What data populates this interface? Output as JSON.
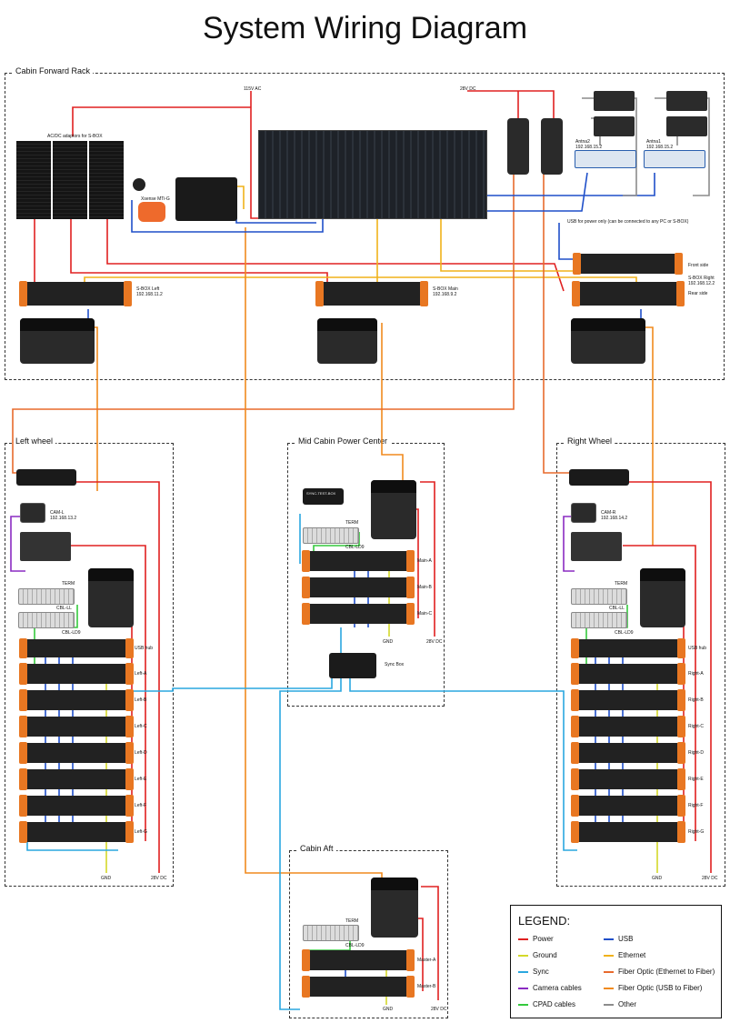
{
  "title": "System Wiring Diagram",
  "colors": {
    "power": "#e02020",
    "ground": "#d4d92a",
    "sync": "#2aa7df",
    "camera": "#8a2bc2",
    "cpad": "#35c93d",
    "usb": "#1f4fc9",
    "ethernet": "#f0b21a",
    "fiber_eth": "#e86a2c",
    "fiber_usb": "#f08a1e",
    "other": "#8c8c8c"
  },
  "groups": {
    "cabin_forward_rack": "Cabin Forward Rack",
    "left_wheel": "Left wheel",
    "mid_cabin": "Mid Cabin Power Center",
    "right_wheel": "Right Wheel",
    "cabin_aft": "Cabin Aft"
  },
  "labels": {
    "ac_115": "115V AC",
    "dc_28_top": "28V DC",
    "acdc_adapters": "AC/DC adaptors for S-BOX",
    "xsense": "Xsense MTi-G",
    "antenna2": [
      "Antna2",
      "192.168.15.2"
    ],
    "antenna1": [
      "Antna1",
      "192.168.15.2"
    ],
    "usb_power_note": "USB for power only (can be connected to any PC or S-BOX)",
    "front_side": "Front side",
    "rear_side": "Rear side",
    "sbox_left": [
      "S-BOX Left",
      "192.168.11.2"
    ],
    "sbox_main": [
      "S-BOX Main",
      "192.168.9.2"
    ],
    "sbox_right": [
      "S-BOX Right",
      "192.168.12.2"
    ],
    "cam_l": [
      "CAM-L",
      "192.168.13.2"
    ],
    "cam_r": [
      "CAM-R",
      "192.168.14.2"
    ],
    "term": "TERM",
    "cbl_ll": "CBL-LL",
    "cbl_ld9": "CBL-LD9",
    "usb_hub": "USB hub",
    "sync_box": "Sync Box",
    "gnd": "GND",
    "dc_28": "28V DC",
    "sync_test_box": "SYNC-TEST-BOX",
    "left_units": [
      "Left-A",
      "Left-B",
      "Left-C",
      "Left-D",
      "Left-E",
      "Left-F",
      "Left-G"
    ],
    "right_units": [
      "Right-A",
      "Right-B",
      "Right-C",
      "Right-D",
      "Right-E",
      "Right-F",
      "Right-G"
    ],
    "main_units": [
      "Main-A",
      "Main-B",
      "Main-C"
    ],
    "master_units": [
      "Master-A",
      "Master-B"
    ]
  },
  "legend": {
    "title": "LEGEND:",
    "items": [
      {
        "label": "Power",
        "color": "#e02020"
      },
      {
        "label": "Ground",
        "color": "#d4d92a"
      },
      {
        "label": "Sync",
        "color": "#2aa7df"
      },
      {
        "label": "Camera cables",
        "color": "#8a2bc2"
      },
      {
        "label": "CPAD cables",
        "color": "#35c93d"
      },
      {
        "label": "USB",
        "color": "#1f4fc9"
      },
      {
        "label": "Ethernet",
        "color": "#f0b21a"
      },
      {
        "label": "Fiber Optic (Ethernet to Fiber)",
        "color": "#e86a2c"
      },
      {
        "label": "Fiber Optic (USB to Fiber)",
        "color": "#f08a1e"
      },
      {
        "label": "Other",
        "color": "#8c8c8c"
      }
    ]
  }
}
